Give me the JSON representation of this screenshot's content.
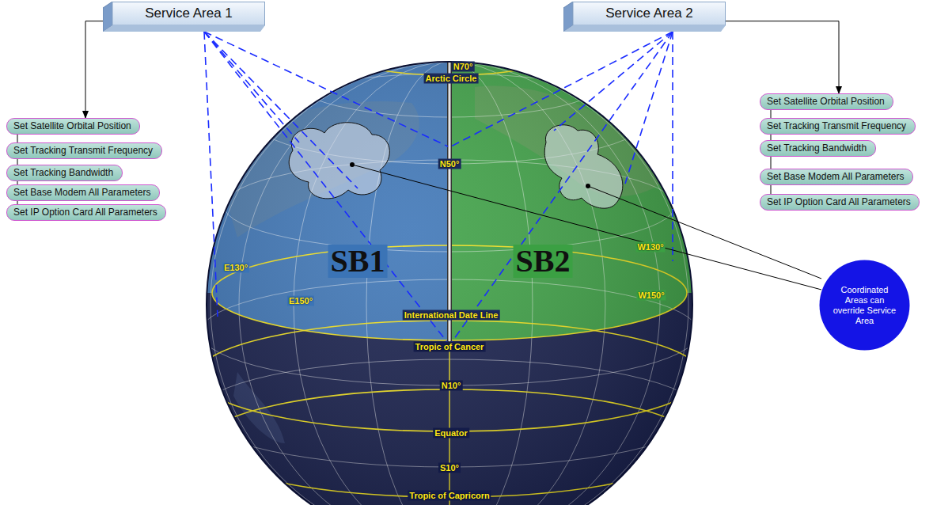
{
  "diagram": {
    "nodes": [
      {
        "text": [
          "Service Area 1"
        ]
      },
      {
        "text": [
          "Service Area 2"
        ]
      },
      {
        "text": [
          "Set Satellite Orbital Position"
        ]
      },
      {
        "text": [
          "Set Tracking Transmit Frequency"
        ]
      },
      {
        "text": [
          "Set Tracking Bandwidth"
        ]
      },
      {
        "text": [
          "Set Base Modem All Parameters"
        ]
      },
      {
        "text": [
          "Set IP Option Card All Parameters"
        ]
      },
      {
        "text": [
          "Set Satellite Orbital Position"
        ]
      },
      {
        "text": [
          "Set Tracking Transmit Frequency"
        ]
      },
      {
        "text": [
          "Set Tracking Bandwidth"
        ]
      },
      {
        "text": [
          "Set Base Modem All Parameters"
        ]
      },
      {
        "text": [
          "Set IP Option Card All Parameters"
        ]
      },
      {
        "text": [
          "Coordinated Areas can override Service Area"
        ]
      }
    ],
    "edges": [
      {
        "from": 0,
        "to": 2,
        "arrow": "to"
      },
      {
        "from": 2,
        "to": 3,
        "arrow": "none"
      },
      {
        "from": 3,
        "to": 4,
        "arrow": "none"
      },
      {
        "from": 4,
        "to": 5,
        "arrow": "none"
      },
      {
        "from": 5,
        "to": 6,
        "arrow": "none"
      },
      {
        "from": 1,
        "to": 7,
        "arrow": "to"
      },
      {
        "from": 7,
        "to": 8,
        "arrow": "none"
      },
      {
        "from": 8,
        "to": 9,
        "arrow": "none"
      },
      {
        "from": 9,
        "to": 10,
        "arrow": "none"
      },
      {
        "from": 10,
        "to": 11,
        "arrow": "none"
      }
    ],
    "labels": [
      "N70°",
      "Arctic Circle",
      "N50°",
      "E130°",
      "E150°",
      "International Date Line",
      "W150°",
      "W130°",
      "Tropic of Cancer",
      "N10°",
      "Equator",
      "S10°",
      "Tropic of Capricorn",
      "SB1",
      "SB2"
    ]
  }
}
